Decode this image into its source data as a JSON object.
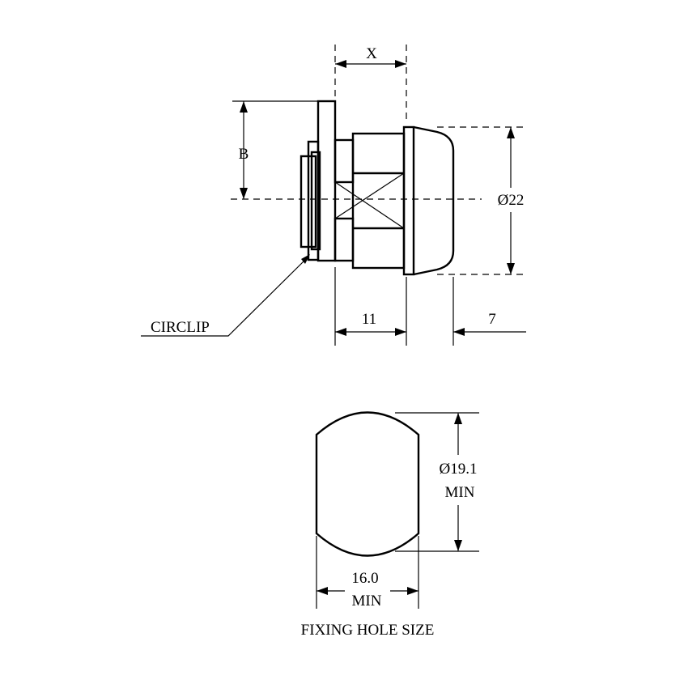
{
  "labels": {
    "x": "X",
    "b": "B",
    "dia22": "Ø22",
    "circlip": "CIRCLIP",
    "dim11": "11",
    "dim7": "7",
    "dia19": "Ø19.1",
    "dia19_min": "MIN",
    "width16": "16.0",
    "width16_min": "MIN",
    "caption": "FIXING HOLE SIZE"
  }
}
